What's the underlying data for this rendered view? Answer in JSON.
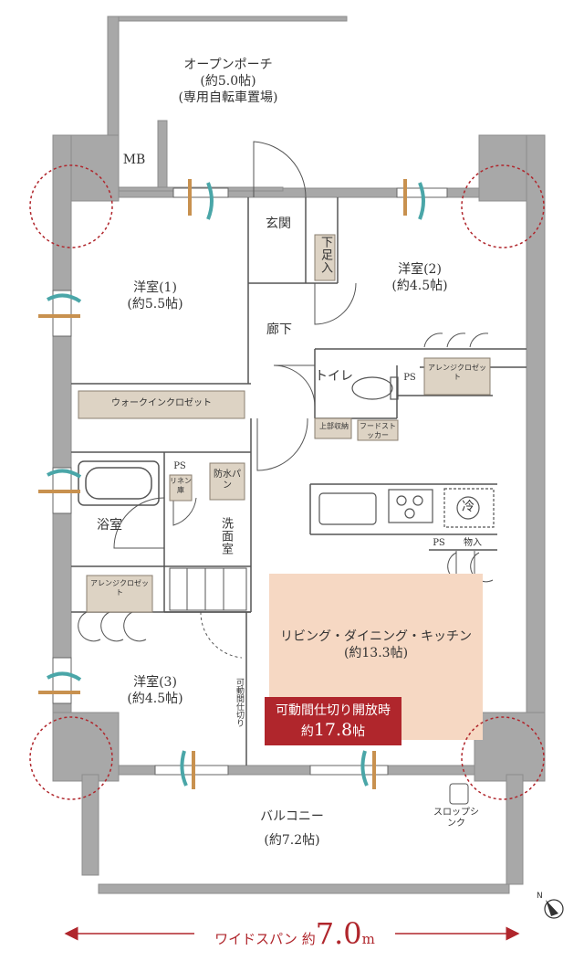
{
  "rooms": {
    "porch": {
      "name": "オープンポーチ",
      "size": "(約5.0帖)",
      "note": "(専用自転車置場)"
    },
    "mb": "MB",
    "entrance": "玄関",
    "shoe_box": "下足入",
    "western1": {
      "name": "洋室(1)",
      "size": "(約5.5帖)"
    },
    "western2": {
      "name": "洋室(2)",
      "size": "(約4.5帖)"
    },
    "western3": {
      "name": "洋室(3)",
      "size": "(約4.5帖)"
    },
    "hallway": "廊下",
    "toilet": "トイレ",
    "ps1": "PS",
    "ps2": "PS",
    "ps3": "PS",
    "arrange_closet1": "アレンジクロゼット",
    "arrange_closet2": "アレンジクロゼット",
    "upper_storage": "上部収納",
    "hood_stocker": "フードストッカー",
    "walkin_closet": "ウォークインクロゼット",
    "linen": "リネン庫",
    "waterproof_pan": "防水パン",
    "bath": "浴室",
    "washroom": "洗面室",
    "storage": "物入",
    "refrigerator": "冷",
    "ldk": {
      "name": "リビング・ダイニング・キッチン",
      "size": "(約13.3帖)"
    },
    "movable_partition": "可動間仕切り",
    "balcony": {
      "name": "バルコニー",
      "size": "(約7.2帖)"
    },
    "slop_sink": "スロップシンク"
  },
  "callout": {
    "line1": "可動間仕切り開放時",
    "line2_prefix": "約",
    "line2_value": "17.8",
    "line2_suffix": "帖"
  },
  "wide_span": {
    "prefix": "ワイドスパン 約",
    "value": "7.0",
    "unit": "m"
  },
  "colors": {
    "accent": "#b0262c",
    "ldk_fill": "#f6d8c3",
    "closet_fill": "#ddd3c4",
    "wall": "#a8a8a8"
  }
}
